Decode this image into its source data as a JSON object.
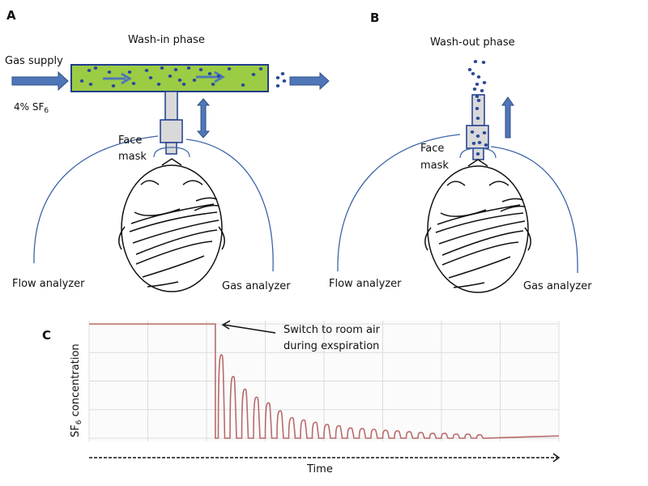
{
  "panels": {
    "a": {
      "letter": "A",
      "title": "Wash-in phase",
      "gas_supply": "Gas supply",
      "gas_conc_prefix": "4% SF",
      "gas_conc_sub": "6",
      "face_mask_line1": "Face",
      "face_mask_line2": "mask",
      "flow_analyzer": "Flow analyzer",
      "gas_analyzer": "Gas analyzer"
    },
    "b": {
      "letter": "B",
      "title": "Wash-out phase",
      "face_mask_line1": "Face",
      "face_mask_line2": "mask",
      "flow_analyzer": "Flow analyzer",
      "gas_analyzer": "Gas analyzer"
    },
    "c": {
      "letter": "C",
      "ylabel_prefix": "SF",
      "ylabel_sub": "6",
      "ylabel_suffix": " concentration",
      "xlabel": "Time",
      "annotation_line1": "Switch to room air",
      "annotation_line2": "during exspiration"
    }
  },
  "colors": {
    "tube_fill": "#9ccc44",
    "tube_border": "#1f3c8c",
    "arrow_fill": "#4f77b8",
    "particle": "#2a4a9a",
    "mask_fill": "#d9d9d9",
    "cable": "#3a64a8",
    "trace": "#b86b6b",
    "grid": "#dcdcdc"
  },
  "chart_data": {
    "type": "line",
    "title": "",
    "xlabel": "Time",
    "ylabel": "SF6 concentration",
    "grid": true,
    "ylim": [
      0,
      1
    ],
    "xlim": [
      0,
      8
    ],
    "x_grid_divisions": 8,
    "y_grid_divisions": 4,
    "plateau_level": 1.0,
    "switch_time": 2.15,
    "breath_period": 0.2,
    "peaks": [
      0.73,
      0.54,
      0.43,
      0.36,
      0.31,
      0.24,
      0.18,
      0.16,
      0.14,
      0.12,
      0.11,
      0.09,
      0.085,
      0.078,
      0.07,
      0.064,
      0.057,
      0.05,
      0.043,
      0.043,
      0.036,
      0.036,
      0.03
    ],
    "baseline": 0.0,
    "annotations": [
      {
        "text": "Switch to room air during exspiration",
        "points_to": "switch_time"
      }
    ]
  }
}
